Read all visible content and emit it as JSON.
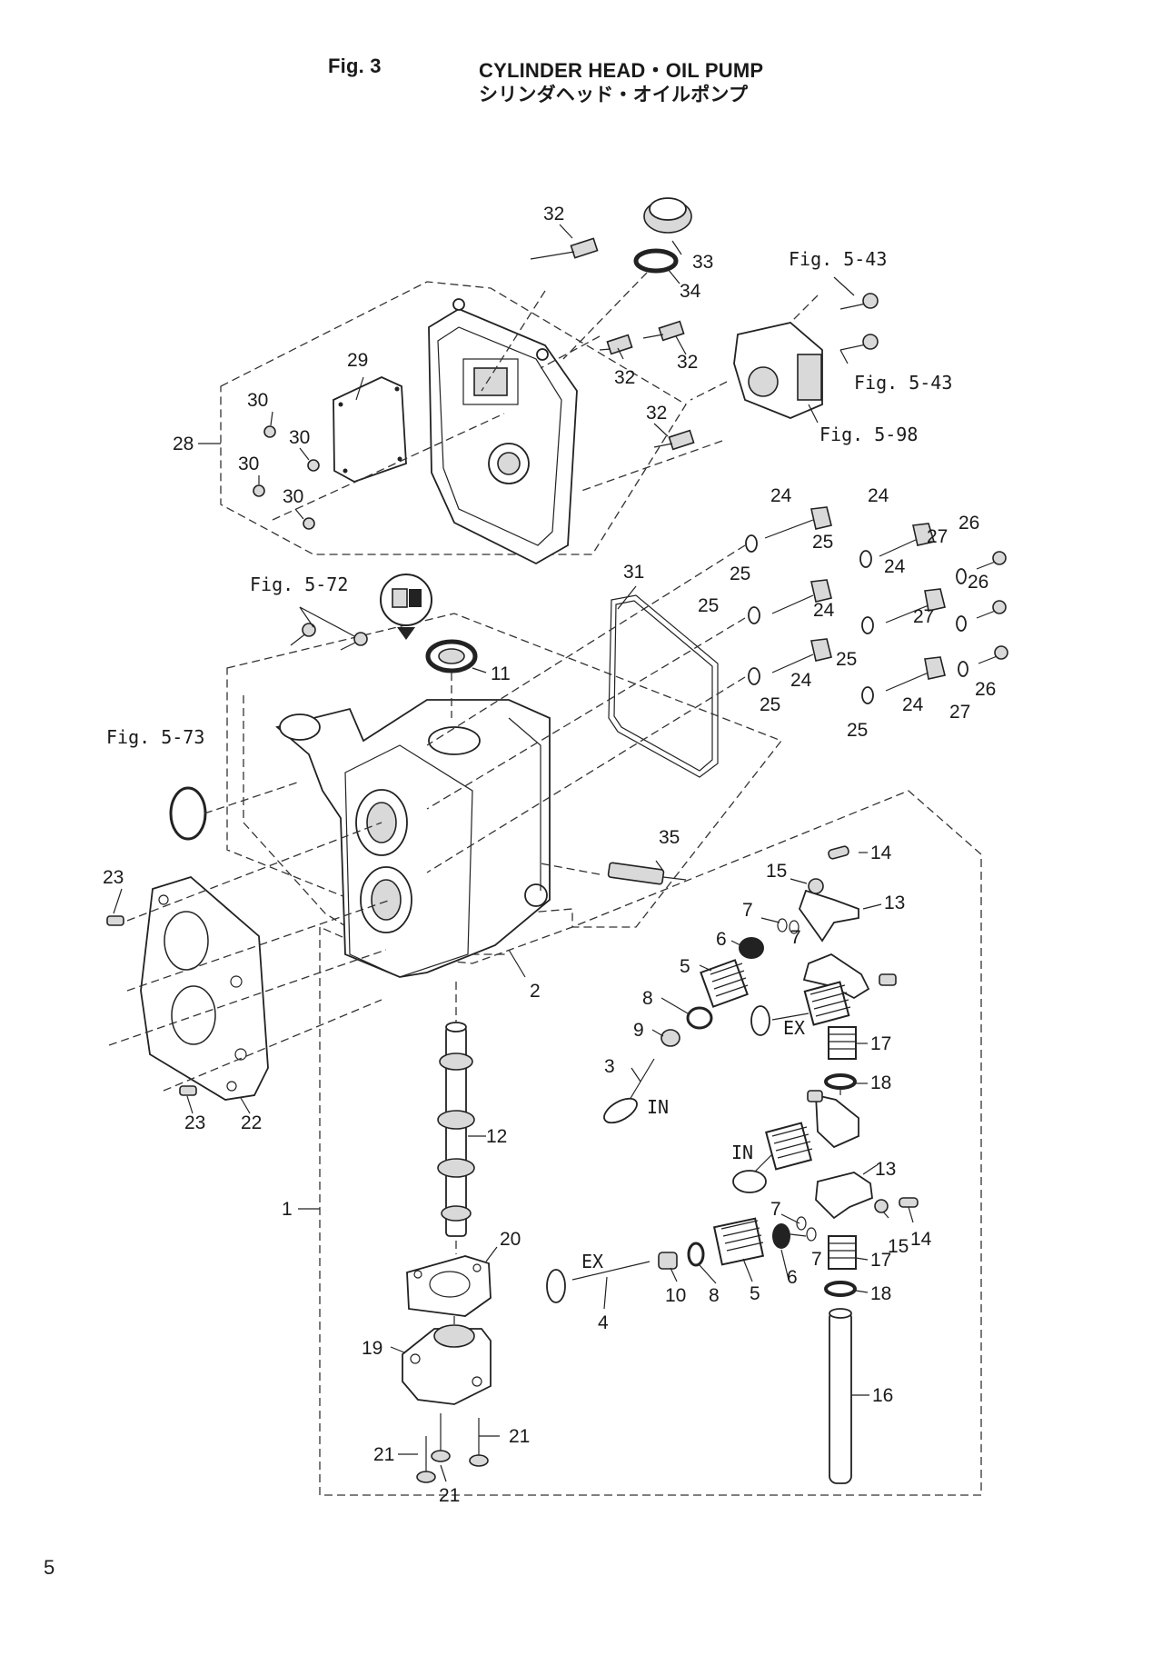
{
  "header": {
    "fig_no": "Fig. 3",
    "title_en": "CYLINDER HEAD・OIL PUMP",
    "title_jp": "シリンダヘッド・オイルポンプ"
  },
  "page_number": "5",
  "labels": {
    "l32a": "32",
    "l33": "33",
    "l34": "34",
    "l32b": "32",
    "l32c": "32",
    "l32d": "32",
    "l29": "29",
    "l28": "28",
    "l30a": "30",
    "l30b": "30",
    "l30c": "30",
    "l30d": "30",
    "l24a": "24",
    "l24b": "24",
    "l24c": "24",
    "l24d": "24",
    "l24e": "24",
    "l24f": "24",
    "l25a": "25",
    "l25b": "25",
    "l25c": "25",
    "l25d": "25",
    "l25e": "25",
    "l25f": "25",
    "l26a": "26",
    "l26b": "26",
    "l26c": "26",
    "l27a": "27",
    "l27b": "27",
    "l27c": "27",
    "l31": "31",
    "l11": "11",
    "l35": "35",
    "l23a": "23",
    "l23b": "23",
    "l22": "22",
    "l2": "2",
    "l14a": "14",
    "l15a": "15",
    "l13a": "13",
    "l7a": "7",
    "l7b": "7",
    "l6a": "6",
    "l5a": "5",
    "l8a": "8",
    "l9": "9",
    "l3": "3",
    "l17a": "17",
    "l18a": "18",
    "l12": "12",
    "l1": "1",
    "l20": "20",
    "l19": "19",
    "l21a": "21",
    "l21b": "21",
    "l21c": "21",
    "l13b": "13",
    "l7c": "7",
    "l7d": "7",
    "l15b": "15",
    "l14b": "14",
    "l17b": "17",
    "l18b": "18",
    "l16": "16",
    "l10": "10",
    "l8b": "8",
    "l5b": "5",
    "l6b": "6",
    "l4": "4"
  },
  "callouts": {
    "ex_top": "EX",
    "in_left": "IN",
    "in_right": "IN",
    "ex_bottom": "EX"
  },
  "references": {
    "r543a": "Fig. 5-43",
    "r543b": "Fig. 5-43",
    "r598": "Fig. 5-98",
    "r572": "Fig. 5-72",
    "r573": "Fig. 5-73"
  },
  "icons": {
    "oil_symbol": "oil-can-icon"
  }
}
